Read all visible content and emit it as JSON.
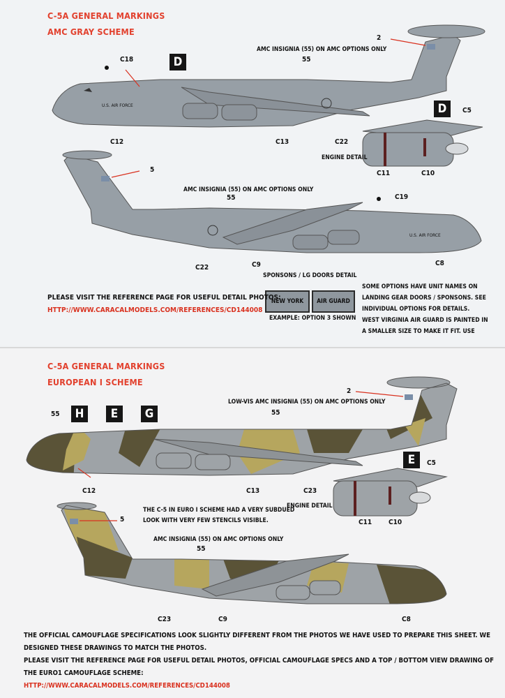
{
  "sheet1": {
    "title_line1": "C-5A GENERAL MARKINGS",
    "title_line2": "AMC GRAY SCHEME",
    "box_d_top": "D",
    "box_d_engine": "D",
    "labels": {
      "c18": "C18",
      "c12": "C12",
      "c13": "C13",
      "c22_top": "C22",
      "n2": "2",
      "n55_top": "55",
      "c5": "C5",
      "c11": "C11",
      "c10": "C10",
      "n5": "5",
      "n55_bottom": "55",
      "c19": "C19",
      "c22_bottom": "C22",
      "c9": "C9",
      "c8": "C8"
    },
    "amc_insignia_top": "AMC INSIGNIA (55) ON AMC OPTIONS ONLY",
    "amc_insignia_bottom": "AMC INSIGNIA (55) ON AMC OPTIONS ONLY",
    "engine_detail": "ENGINE DETAIL",
    "usaf_text_top": "U.S. AIR FORCE",
    "usaf_text_bottom": "U.S. AIR FORCE",
    "sponsons_title": "SPONSONS / LG DOORS DETAIL",
    "chip_new_york": "NEW YORK",
    "chip_air_guard": "AIR GUARD",
    "example_text": "EXAMPLE: OPTION 3 SHOWN",
    "visit_text": "PLEASE VISIT THE REFERENCE PAGE FOR USEFUL DETAIL PHOTOS:",
    "url": "HTTP://WWW.CARACALMODELS.COM/REFERENCES/CD144008",
    "options_note": [
      "SOME OPTIONS HAVE UNIT NAMES ON",
      "LANDING GEAR DOORS / SPONSONS. SEE",
      "INDIVIDUAL OPTIONS FOR DETAILS.",
      "WEST VIRGINIA AIR GUARD IS PAINTED IN",
      "A SMALLER SIZE TO MAKE IT FIT. USE"
    ]
  },
  "sheet2": {
    "title_line1": "C-5A GENERAL MARKINGS",
    "title_line2": "EUROPEAN I SCHEME",
    "boxes": {
      "h": "H",
      "e": "E",
      "g": "G",
      "e_engine": "E"
    },
    "labels": {
      "n55_nose": "55",
      "n2": "2",
      "n55_top": "55",
      "c5": "C5",
      "c12": "C12",
      "c13": "C13",
      "c23_top": "C23",
      "c11": "C11",
      "c10": "C10",
      "n5": "5",
      "n55_bottom": "55",
      "c23_bottom": "C23",
      "c9": "C9",
      "c8": "C8"
    },
    "lowvis_insignia": "LOW-VIS AMC INSIGNIA (55) ON AMC OPTIONS ONLY",
    "engine_detail": "ENGINE DETAIL",
    "subdued_note": [
      "THE C-5 IN EURO I SCHEME HAD A VERY SUBDUED",
      "LOOK WITH VERY FEW STENCILS VISIBLE."
    ],
    "amc_insignia_bottom": "AMC INSIGNIA (55) ON AMC OPTIONS ONLY",
    "footer_lines": [
      "THE OFFICIAL CAMOUFLAGE SPECIFICATIONS LOOK SLIGHTLY DIFFERENT FROM THE PHOTOS WE HAVE USED TO PREPARE THIS SHEET. WE",
      "DESIGNED THESE DRAWINGS TO MATCH THE PHOTOS.",
      "PLEASE VISIT THE REFERENCE PAGE FOR USEFUL DETAIL PHOTOS, OFFICIAL CAMOUFLAGE SPECS AND A TOP / BOTTOM VIEW DRAWING OF",
      "THE EURO1 CAMOUFLAGE SCHEME:"
    ],
    "url": "HTTP://WWW.CARACALMODELS.COM/REFERENCES/CD144008"
  },
  "colors": {
    "amc_gray": "#979fa6",
    "euro_gray": "#9ea3a7",
    "euro_green": "#5a5337",
    "euro_tan": "#b6a65e",
    "accent_red": "#e2412e"
  }
}
